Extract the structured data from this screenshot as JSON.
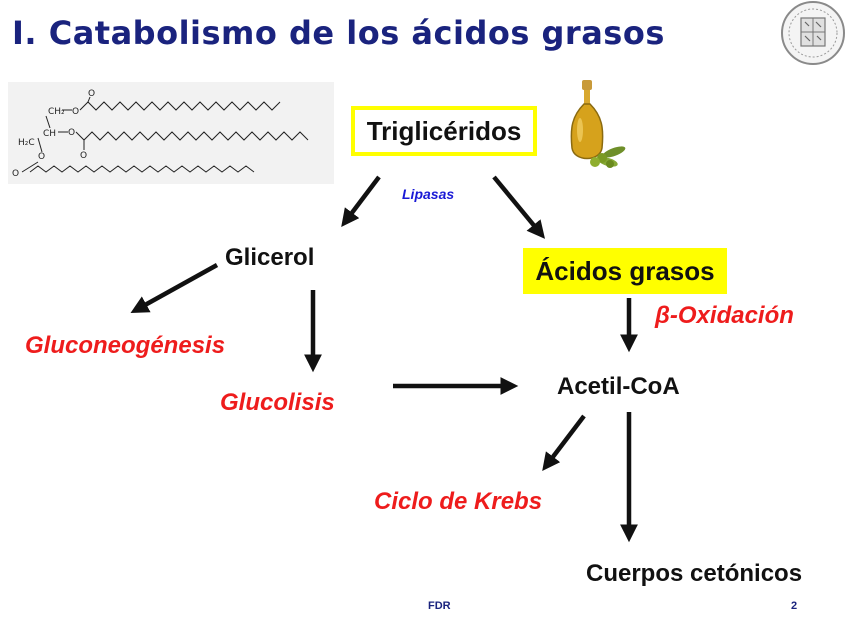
{
  "slide": {
    "title": "I. Catabolismo de los ácidos grasos",
    "footer_center": "FDR",
    "page_number": "2"
  },
  "nodes": {
    "trigliceridos": "Triglicéridos",
    "lipasas": "Lipasas",
    "glicerol": "Glicerol",
    "acidos_grasos": "Ácidos grasos",
    "beta_oxidacion": "β-Oxidación",
    "gluconeogenesis": "Gluconeogénesis",
    "glucolisis": "Glucolisis",
    "acetil_coa": "Acetil-CoA",
    "ciclo_krebs": "Ciclo de Krebs",
    "cuerpos_cetonicos": "Cuerpos cetónicos"
  },
  "molecule_labels": {
    "ch2_top": "CH₂",
    "ch": "CH",
    "h2c": "H₂C",
    "o": "O"
  },
  "colors": {
    "title": "#1a237e",
    "highlight": "#ffff00",
    "process_red": "#ee1c1c",
    "enzyme_blue": "#1a1ad6"
  }
}
